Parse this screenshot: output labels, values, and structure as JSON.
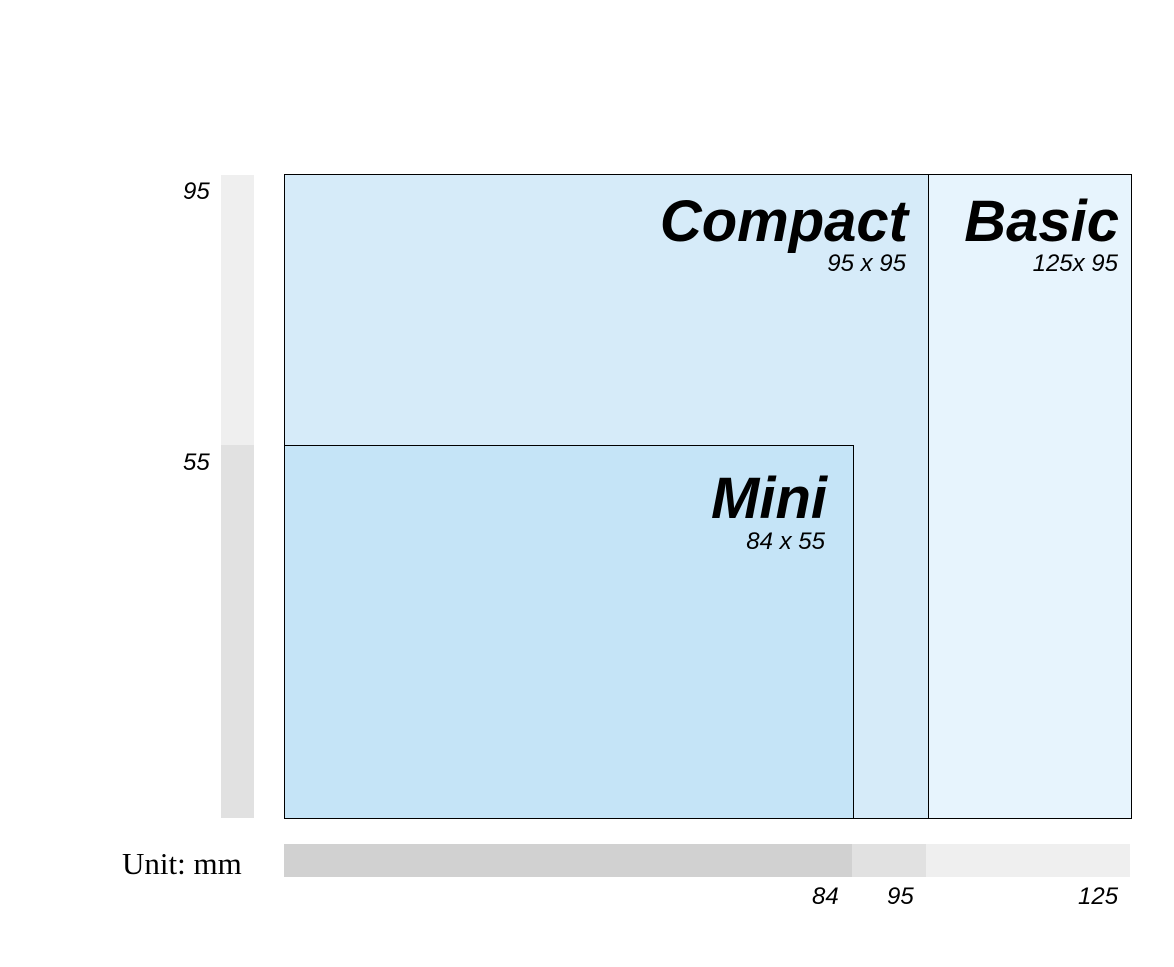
{
  "unit_label": "Unit: mm",
  "y_ticks": {
    "t95": "95",
    "t55": "55"
  },
  "x_ticks": {
    "t84": "84",
    "t95": "95",
    "t125": "125"
  },
  "formats": {
    "basic": {
      "name": "Basic",
      "dims": "125x 95",
      "width_mm": 125,
      "height_mm": 95,
      "color": "#e7f4fd"
    },
    "compact": {
      "name": "Compact",
      "dims": "95 x 95",
      "width_mm": 95,
      "height_mm": 95,
      "color": "#d6ebf9"
    },
    "mini": {
      "name": "Mini",
      "dims": "84 x 55",
      "width_mm": 84,
      "height_mm": 55,
      "color": "#c5e4f7"
    }
  }
}
